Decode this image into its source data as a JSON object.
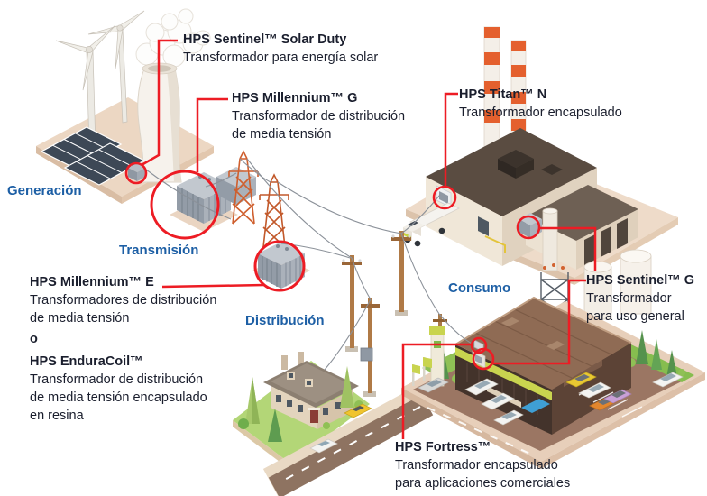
{
  "diagram": {
    "stages": {
      "generation": "Generación",
      "transmission": "Transmisión",
      "distribution": "Distribución",
      "consumption": "Consumo"
    },
    "callouts": {
      "solar_duty": {
        "title": "HPS Sentinel™ Solar Duty",
        "lines": [
          "Transformador para energía solar"
        ]
      },
      "millennium_g": {
        "title": "HPS Millennium™ G",
        "lines": [
          "Transformador de distribución",
          "de media tensión"
        ]
      },
      "titan_n": {
        "title": "HPS Titan™ N",
        "lines": [
          "Transformador encapsulado"
        ]
      },
      "millennium_e": {
        "title": "HPS Millennium™ E",
        "lines": [
          "Transformadores de distribución",
          "de media tensión"
        ]
      },
      "or_word": "o",
      "enduracoil": {
        "title": "HPS EnduraCoil™",
        "lines": [
          "Transformador de distribución",
          "de media tensión encapsulado",
          "en resina"
        ]
      },
      "sentinel_g": {
        "title": "HPS Sentinel™ G",
        "lines": [
          "Transformador",
          "para uso general"
        ]
      },
      "fortress": {
        "title": "HPS Fortress™",
        "lines": [
          "Transformador encapsulado",
          "para aplicaciones comerciales"
        ]
      }
    },
    "colors": {
      "accent_red": "#ed1c24",
      "stage_blue": "#1d5fa5",
      "text_dark": "#1a1e2d"
    }
  }
}
